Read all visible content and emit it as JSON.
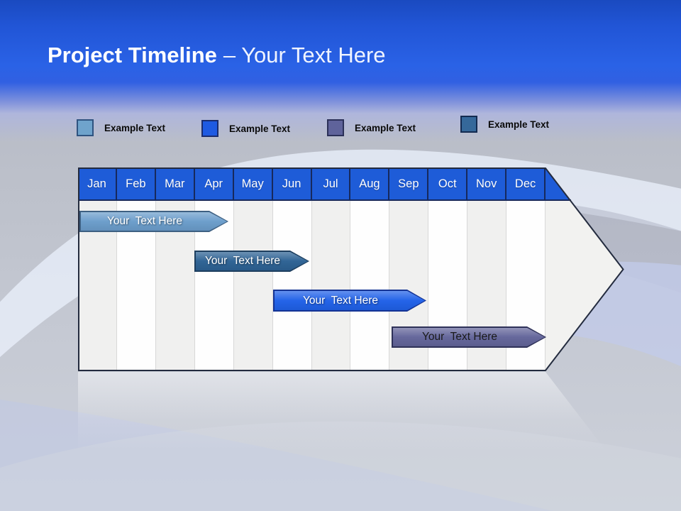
{
  "title": {
    "main": "Project Timeline",
    "suffix": "– Your Text Here"
  },
  "legend": {
    "items": [
      {
        "label": "Example Text",
        "color": "#6FA3CC",
        "border": "#2F5380"
      },
      {
        "label": "Example Text",
        "color": "#1E5AE2",
        "border": "#1A2C6E"
      },
      {
        "label": "Example Text",
        "color": "#5F639B",
        "border": "#2B3058"
      },
      {
        "label": "Example Text",
        "color": "#35689A",
        "border": "#132A50"
      }
    ]
  },
  "timeline": {
    "months": [
      "Jan",
      "Feb",
      "Mar",
      "Apr",
      "May",
      "Jun",
      "Jul",
      "Aug",
      "Sep",
      "Oct",
      "Nov",
      "Dec"
    ],
    "header_color": "#1E5CD8",
    "bars": [
      {
        "label": "Your  Text Here",
        "start_month": "Jan",
        "end_month": "Apr",
        "color": "#6B9DCB",
        "border": "#3E6082",
        "text_color": "#FFFFFF"
      },
      {
        "label": "Your  Text Here",
        "start_month": "Apr",
        "end_month": "Jun",
        "color": "#2D6294",
        "border": "#1D3E5E",
        "text_color": "#FFFFFF"
      },
      {
        "label": "Your  Text Here",
        "start_month": "Jun",
        "end_month": "Sep",
        "color": "#2061E8",
        "border": "#143394",
        "text_color": "#FFFFFF"
      },
      {
        "label": "Your  Text Here",
        "start_month": "Sep",
        "end_month": "Dec",
        "color": "#63659A",
        "border": "#2E3158",
        "text_color": "#1A1A1A"
      }
    ]
  }
}
